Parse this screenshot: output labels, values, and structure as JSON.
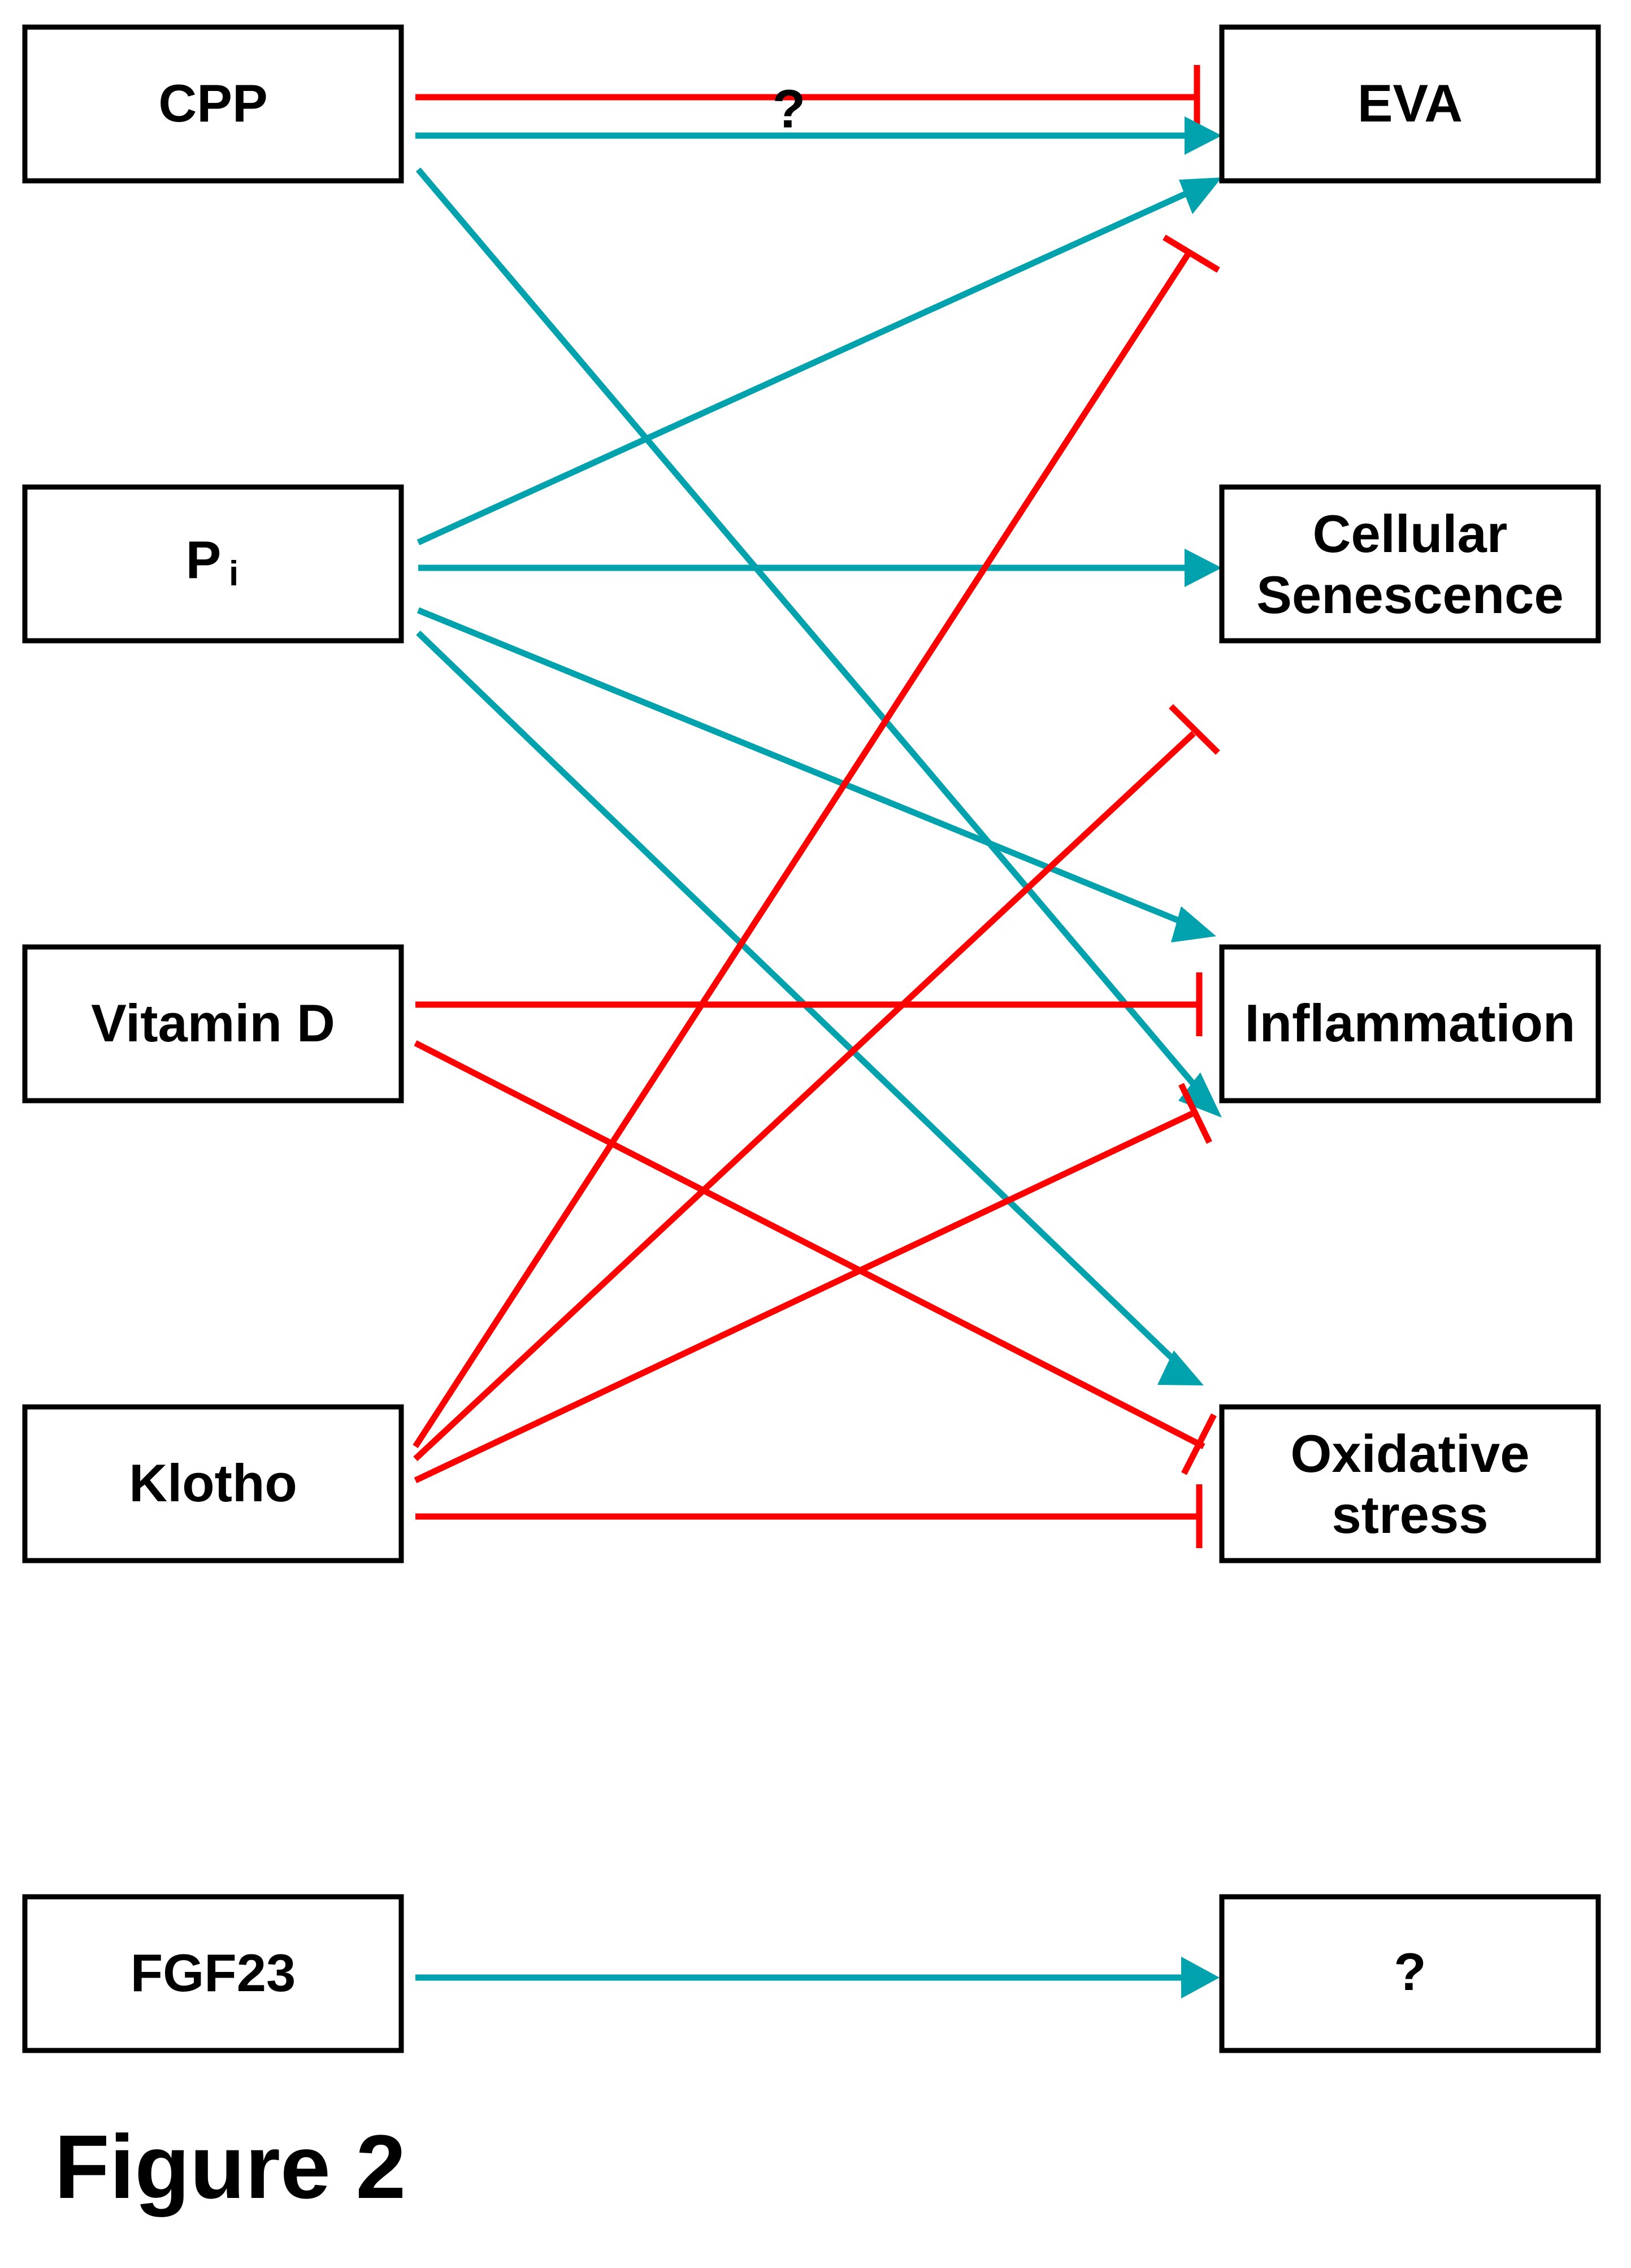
{
  "figure": {
    "caption": "Figure 2",
    "colors": {
      "activation": "#00A3AD",
      "inhibition": "#FF0000",
      "box_border": "#000000",
      "background": "#FFFFFF",
      "text": "#000000"
    },
    "legend_semantics": {
      "teal_arrow": "stimulation / increase",
      "red_tbar": "inhibition / decrease"
    }
  },
  "nodes": {
    "left": [
      {
        "id": "cpp",
        "label": "CPP",
        "sublabel": ""
      },
      {
        "id": "pi",
        "label": "P",
        "sublabel": "i"
      },
      {
        "id": "vitamin_d",
        "label": "Vitamin D",
        "sublabel": ""
      },
      {
        "id": "klotho",
        "label": "Klotho",
        "sublabel": ""
      },
      {
        "id": "fgf23",
        "label": "FGF23",
        "sublabel": ""
      }
    ],
    "right": [
      {
        "id": "eva",
        "label": "EVA",
        "label_line2": ""
      },
      {
        "id": "cellular_senescence",
        "label": "Cellular",
        "label_line2": "Senescence"
      },
      {
        "id": "inflammation",
        "label": "Inflammation",
        "label_line2": ""
      },
      {
        "id": "oxidative_stress",
        "label": "Oxidative",
        "label_line2": "stress"
      },
      {
        "id": "unknown",
        "label": "?",
        "label_line2": ""
      }
    ]
  },
  "annotations": [
    {
      "id": "cpp-eva-question",
      "text": "?"
    }
  ],
  "edges": [
    {
      "id": "cpp-eva-inhibit",
      "from": "cpp",
      "to": "eva",
      "type": "inhibition"
    },
    {
      "id": "cpp-eva-activate",
      "from": "cpp",
      "to": "eva",
      "type": "activation"
    },
    {
      "id": "cpp-inflammation",
      "from": "cpp",
      "to": "inflammation",
      "type": "activation"
    },
    {
      "id": "pi-eva",
      "from": "pi",
      "to": "eva",
      "type": "activation"
    },
    {
      "id": "pi-senescence",
      "from": "pi",
      "to": "cellular_senescence",
      "type": "activation"
    },
    {
      "id": "pi-inflammation",
      "from": "pi",
      "to": "inflammation",
      "type": "activation"
    },
    {
      "id": "pi-oxidative",
      "from": "pi",
      "to": "oxidative_stress",
      "type": "activation"
    },
    {
      "id": "vitd-inflammation",
      "from": "vitamin_d",
      "to": "inflammation",
      "type": "inhibition"
    },
    {
      "id": "vitd-oxidative",
      "from": "vitamin_d",
      "to": "oxidative_stress",
      "type": "inhibition"
    },
    {
      "id": "klotho-eva",
      "from": "klotho",
      "to": "eva",
      "type": "inhibition"
    },
    {
      "id": "klotho-inflammation-hi",
      "from": "klotho",
      "to": "inflammation",
      "type": "inhibition"
    },
    {
      "id": "klotho-inflammation-lo",
      "from": "klotho",
      "to": "inflammation",
      "type": "inhibition"
    },
    {
      "id": "klotho-oxidative",
      "from": "klotho",
      "to": "oxidative_stress",
      "type": "inhibition"
    },
    {
      "id": "fgf23-unknown",
      "from": "fgf23",
      "to": "unknown",
      "type": "activation"
    }
  ]
}
